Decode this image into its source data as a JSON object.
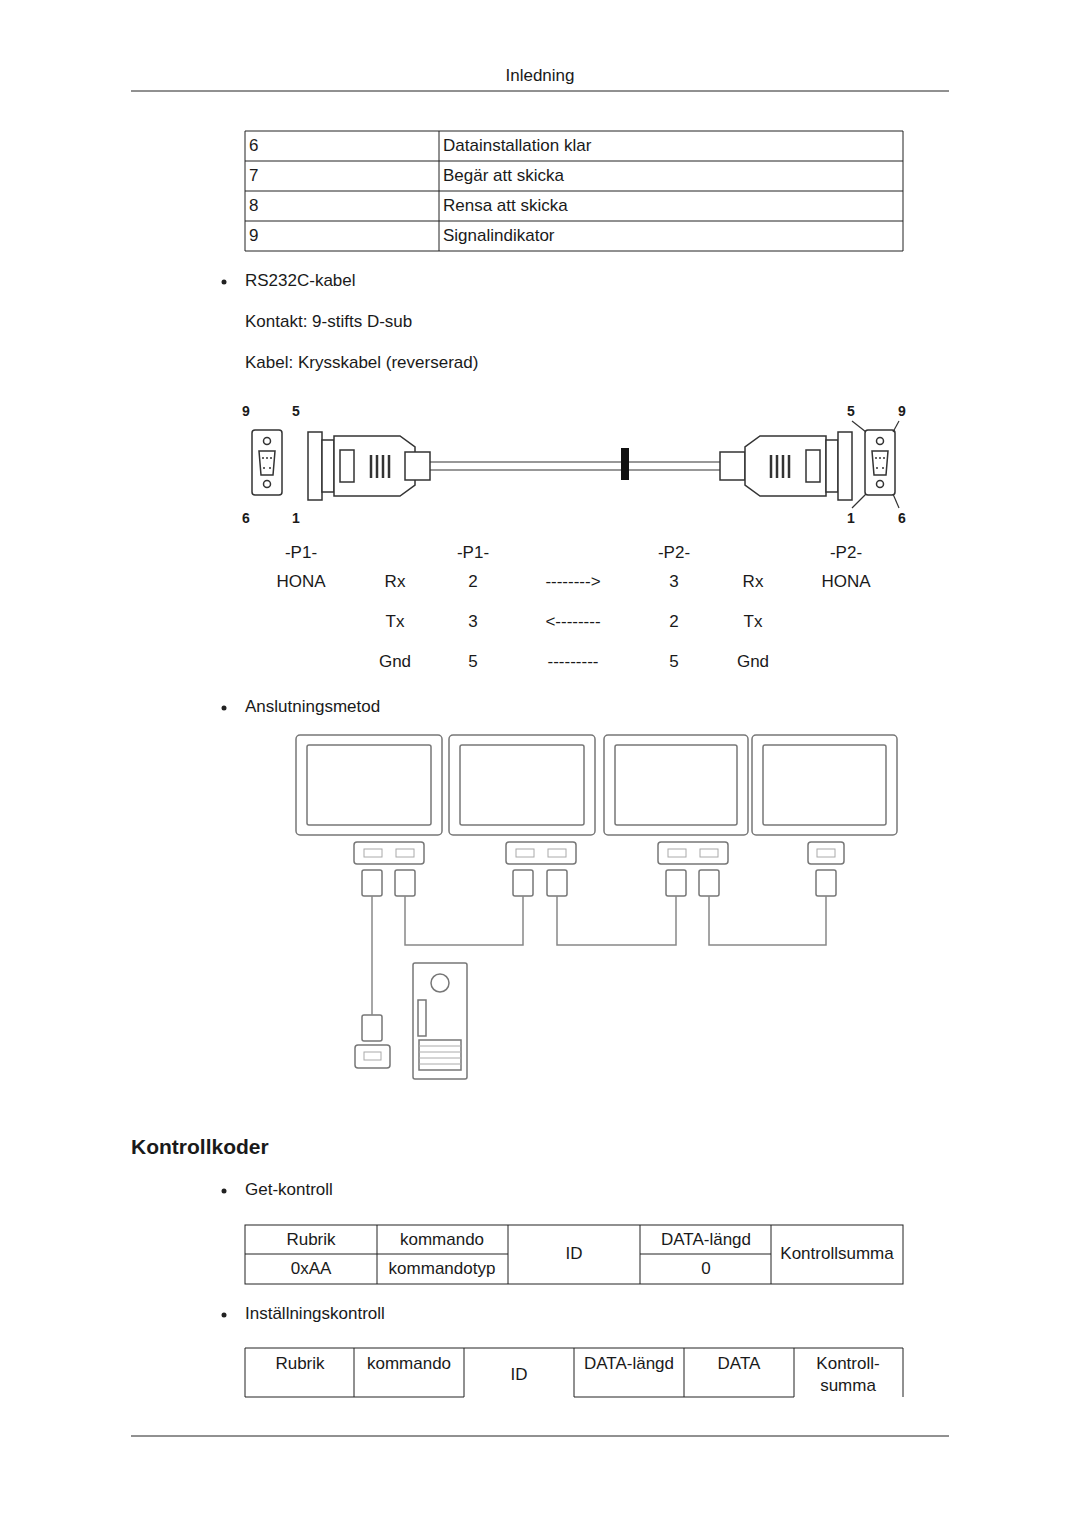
{
  "diagram": {
    "title": "Kontrollkoder",
    "labels": [
      "Inledning",
      "6",
      "Datainstallation klar",
      "7",
      "Begär att skicka",
      "8",
      "Rensa att skicka",
      "9",
      "Signalindikator",
      "RS232C-kabel",
      "Kontakt: 9-stifts D-sub",
      "Kabel: Krysskabel (reverserad)",
      "9",
      "5",
      "6",
      "1",
      "5",
      "9",
      "1",
      "6",
      "-P1-",
      "-P1-",
      "-P2-",
      "-P2-",
      "HONA",
      "Rx",
      "2",
      "-------->",
      "3",
      "Rx",
      "HONA",
      "Tx",
      "3",
      "<--------",
      "2",
      "Tx",
      "Gnd",
      "5",
      "---------",
      "5",
      "Gnd",
      "Anslutningsmetod",
      "Get-kontroll",
      "Rubrik",
      "kommando",
      "ID",
      "DATA-längd",
      "Kontrollsumma",
      "0xAA",
      "kommandotyp",
      "0",
      "Inställningskontroll",
      "Rubrik",
      "kommando",
      "ID",
      "DATA-längd",
      "DATA",
      "Kontroll- summa"
    ]
  }
}
